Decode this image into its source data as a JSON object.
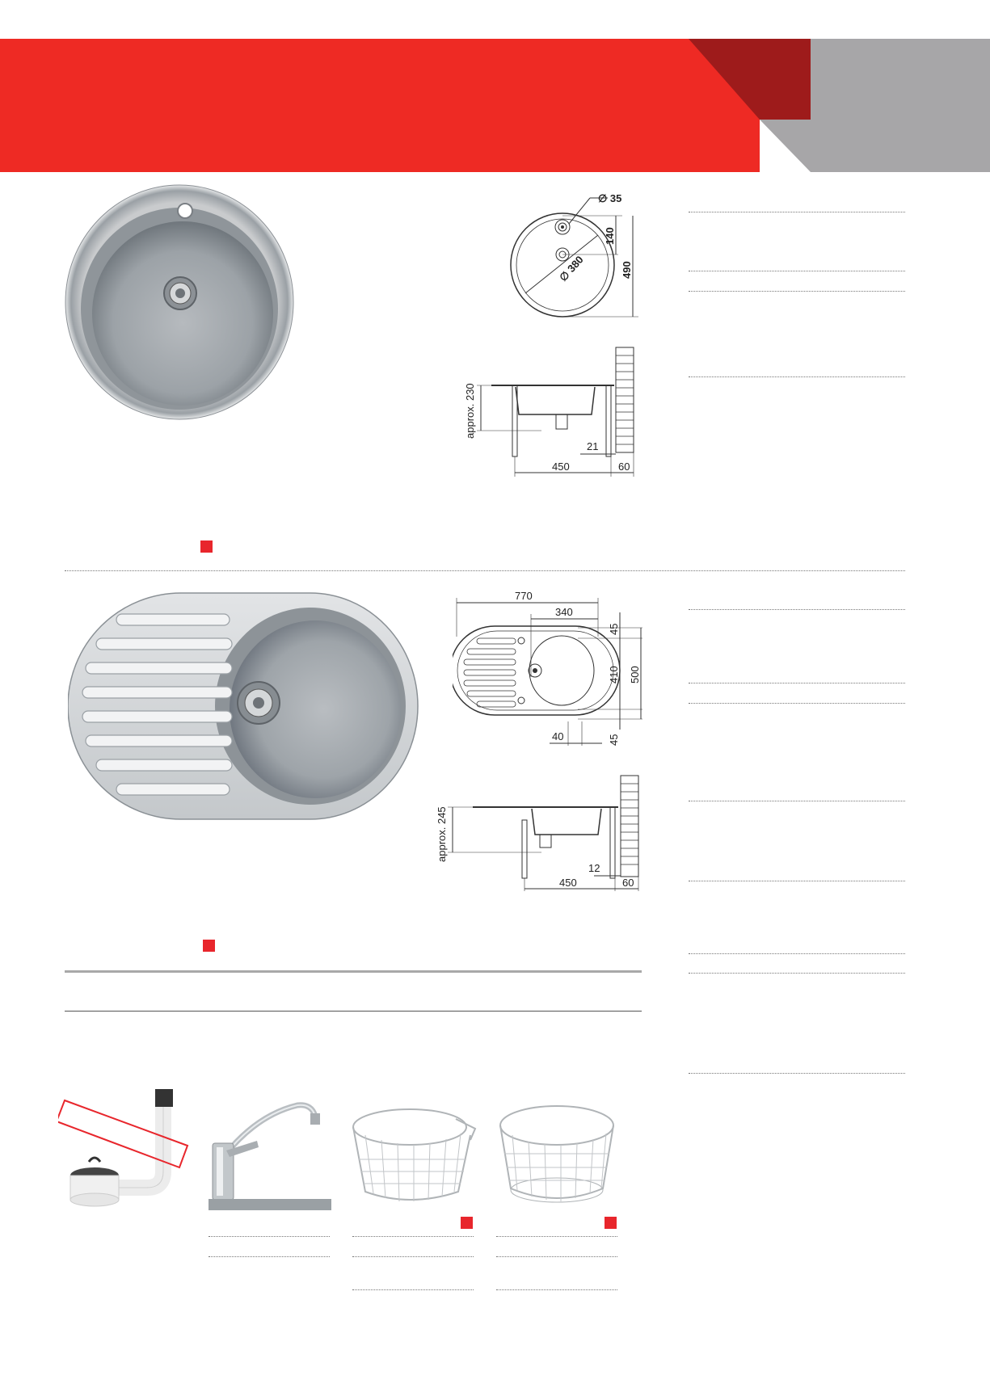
{
  "colors": {
    "banner_red": "#ee2a24",
    "banner_dark_red": "#9e1b1b",
    "banner_gray": "#a7a6a8",
    "marker_red": "#e8262c"
  },
  "drawing1_top": {
    "hole_dim": "∅ 35",
    "depth_dim": "140",
    "overall_dim": "490",
    "bowl_dim": "∅ 380"
  },
  "drawing1_side": {
    "height_dim": "approx. 230",
    "offset_dim": "21",
    "width_dim": "450",
    "wall_dim": "60"
  },
  "drawing2_top": {
    "length_dim": "770",
    "bowl_offset_dim": "340",
    "top_margin_dim": "45",
    "bowl_dim": "410",
    "width_dim": "500",
    "bottom_margin_dim": "45",
    "side_dim": "40"
  },
  "drawing2_side": {
    "height_dim": "approx. 245",
    "offset_dim": "12",
    "width_dim": "450",
    "wall_dim": "60"
  }
}
